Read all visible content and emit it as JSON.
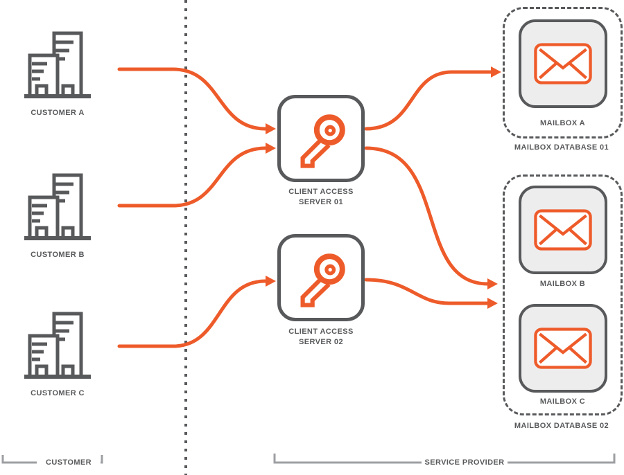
{
  "colors": {
    "accent_orange": "#EE5B2A",
    "dark_gray": "#58595B",
    "mailbox_fill": "#EDEDEE",
    "bracket_gray": "#9D9FA2"
  },
  "customers": [
    {
      "label": "CUSTOMER A"
    },
    {
      "label": "CUSTOMER B"
    },
    {
      "label": "CUSTOMER C"
    }
  ],
  "servers": [
    {
      "line1": "CLIENT ACCESS",
      "line2": "SERVER 01"
    },
    {
      "line1": "CLIENT ACCESS",
      "line2": "SERVER 02"
    }
  ],
  "databases": [
    {
      "label": "MAILBOX DATABASE 01",
      "mailboxes": [
        {
          "label": "MAILBOX A"
        }
      ]
    },
    {
      "label": "MAILBOX DATABASE 02",
      "mailboxes": [
        {
          "label": "MAILBOX B"
        },
        {
          "label": "MAILBOX C"
        }
      ]
    }
  ],
  "zones": {
    "customer": "CUSTOMER",
    "provider": "SERVICE PROVIDER"
  },
  "icons": {
    "building": "building-icon",
    "key": "key-icon",
    "envelope": "envelope-icon"
  }
}
